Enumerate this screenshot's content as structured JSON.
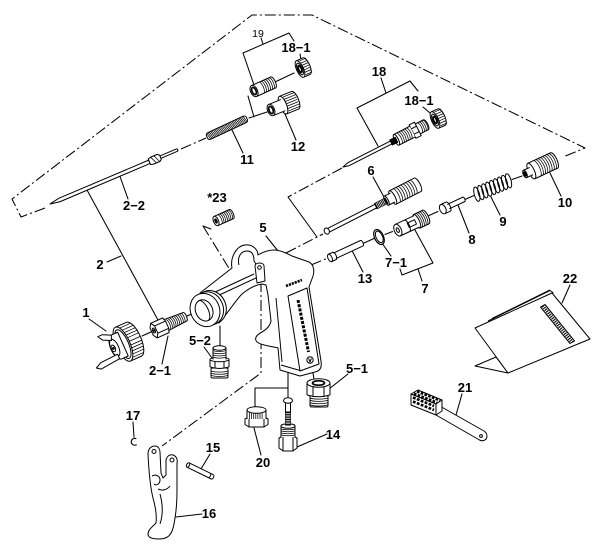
{
  "diagram": {
    "callouts": {
      "part_1": "1",
      "part_2": "2",
      "part_2_1": "2−1",
      "part_2_2": "2−2",
      "part_5": "5",
      "part_5_1": "5−1",
      "part_5_2": "5−2",
      "part_6": "6",
      "part_7": "7",
      "part_7_1": "7−1",
      "part_8": "8",
      "part_9": "9",
      "part_10": "10",
      "part_11": "11",
      "part_12": "12",
      "part_13": "13",
      "part_14": "14",
      "part_15": "15",
      "part_16": "16",
      "part_17": "17",
      "part_18": "18",
      "part_18_1_group19": "18−1",
      "part_18_1_group18": "18−1",
      "part_19": "19",
      "part_20": "20",
      "part_21": "21",
      "part_22": "22",
      "part_23": "*23"
    }
  }
}
